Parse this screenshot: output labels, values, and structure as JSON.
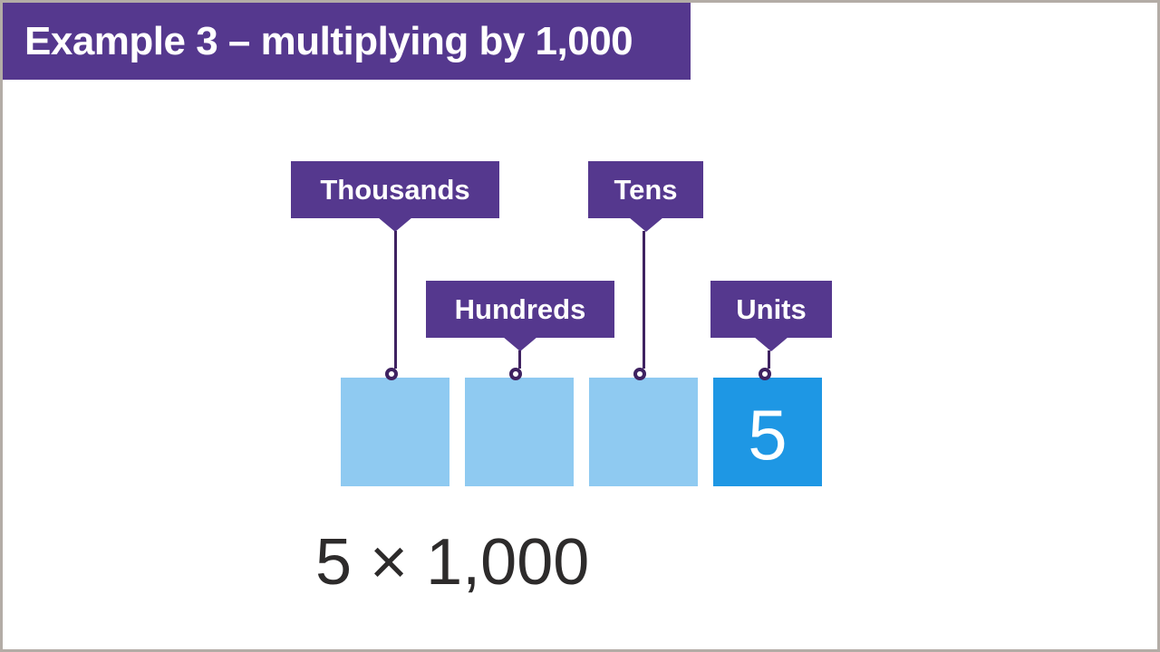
{
  "title": "Example 3 – multiplying by 1,000",
  "callouts": [
    {
      "id": "thousands",
      "label": "Thousands"
    },
    {
      "id": "hundreds",
      "label": "Hundreds"
    },
    {
      "id": "tens",
      "label": "Tens"
    },
    {
      "id": "units",
      "label": "Units"
    }
  ],
  "place_value_boxes": [
    {
      "place": "Thousands",
      "value": ""
    },
    {
      "place": "Hundreds",
      "value": ""
    },
    {
      "place": "Tens",
      "value": ""
    },
    {
      "place": "Units",
      "value": "5"
    }
  ],
  "expression": "5 × 1,000",
  "colors": {
    "banner_purple": "#55388e",
    "callout_purple": "#55388e",
    "connector_purple": "#3f2261",
    "empty_box_blue": "#8fcaf1",
    "units_box_blue": "#1e97e4",
    "expression_text": "#2d2b2b",
    "frame_gray": "#b3aca6",
    "background": "#ffffff"
  }
}
